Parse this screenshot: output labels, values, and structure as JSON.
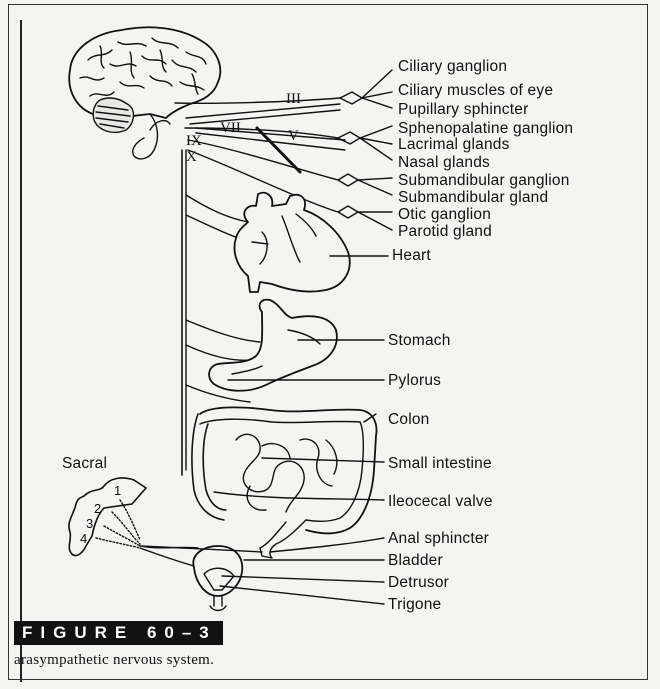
{
  "cranial_nerves": [
    "III",
    "VII",
    "V",
    "IX",
    "X"
  ],
  "labels": {
    "ciliary_ganglion": "Ciliary ganglion",
    "ciliary_muscles": "Ciliary muscles of eye",
    "pupillary_sphincter": "Pupillary sphincter",
    "sphenopalatine_ganglion": "Sphenopalatine ganglion",
    "lacrimal_glands": "Lacrimal glands",
    "nasal_glands": "Nasal glands",
    "submandibular_ganglion": "Submandibular ganglion",
    "submandibular_gland": "Submandibular gland",
    "otic_ganglion": "Otic ganglion",
    "parotid_gland": "Parotid gland",
    "heart": "Heart",
    "stomach": "Stomach",
    "pylorus": "Pylorus",
    "colon": "Colon",
    "small_intestine": "Small intestine",
    "ileocecal_valve": "Ileocecal valve",
    "anal_sphincter": "Anal sphincter",
    "bladder": "Bladder",
    "detrusor": "Detrusor",
    "trigone": "Trigone",
    "sacral": "Sacral"
  },
  "sacral_segments": [
    "1",
    "2",
    "3",
    "4"
  ],
  "figure_label": "FIGURE 60–3",
  "caption": "arasympathetic nervous system."
}
